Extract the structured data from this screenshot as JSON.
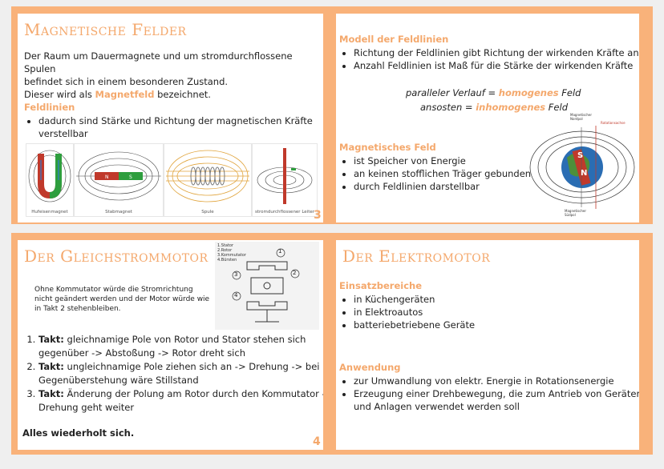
{
  "slide3": {
    "title": "Magnetische Felder",
    "intro_l1": "Der Raum um Dauermagnete und um stromdurchflossene Spulen",
    "intro_l2": "befindet sich in einem besonderen Zustand.",
    "intro_l3_pre": "Dieser wird als ",
    "intro_l3_hl": "Magnetfeld",
    "intro_l3_post": " bezeichnet.",
    "feldlinien_heading": "Feldlinien",
    "feldlinien_item": "dadurch sind Stärke und Richtung der magnetischen Kräfte verstellbar",
    "captions": [
      "Hufeisenmagnet",
      "Stabmagnet",
      "Spule",
      "stromdurchflossener Leiter"
    ],
    "page_number": "3",
    "modell_heading": "Modell der Feldlinien",
    "modell_items": [
      "Richtung der Feldlinien gibt Richtung der wirkenden Kräfte an",
      "Anzahl Feldlinien ist Maß für die Stärke der wirkenden Kräfte"
    ],
    "parallel_pre": "paralleler Verlauf = ",
    "parallel_hl": "homogenes",
    "parallel_post": " Feld",
    "ansosten_pre": "ansosten = ",
    "ansosten_hl": "inhomogenes",
    "ansosten_post": " Feld",
    "magfeld_heading": "Magnetisches Feld",
    "magfeld_items": [
      "ist Speicher von Energie",
      "an keinen stofflichen Träger gebunden",
      "durch Feldlinien darstellbar"
    ],
    "earth_labels": {
      "north_geo": "Magnetischer Nordpol",
      "axis": "Rotationsachse",
      "south_geo": "Magnetischer Südpol",
      "s": "S",
      "n": "N"
    }
  },
  "slide4": {
    "title": "Der Gleichstrommotor",
    "motor_legend": [
      "1.Stator",
      "2.Rotor",
      "3.Kommutator",
      "4.Bürsten"
    ],
    "motor_numbers": [
      "1",
      "2",
      "3",
      "4"
    ],
    "note": "Ohne Kommutator würde die Stromrichtung nicht geändert werden und der Motor würde wie in Takt 2 stehenbleiben.",
    "steps": [
      {
        "bold": "Takt:",
        "text": " gleichnamige Pole von Rotor und Stator stehen sich gegenüber -> Abstoßung -> Rotor dreht sich"
      },
      {
        "bold": " Takt:",
        "text": " ungleichnamige Pole ziehen sich an -> Drehung -> bei Gegenüberstehung wäre Stillstand"
      },
      {
        "bold": "Takt:",
        "text": " Änderung der Polung am Rotor durch den Kommutator -> Drehung geht weiter"
      }
    ],
    "closing": "Alles wiederholt sich.",
    "page_number": "4",
    "elektro_title": "Der Elektromotor",
    "einsatz_heading": "Einsatzbereiche",
    "einsatz_items": [
      "in Küchengeräten",
      "in Elektroautos",
      "batteriebetriebene Geräte"
    ],
    "anwendung_heading": "Anwendung",
    "anwendung_items": [
      "zur Umwandlung von elektr. Energie in Rotationsenergie",
      "Erzeugung einer Drehbewegung, die zum Antrieb von Geräten und Anlagen verwendet werden soll"
    ]
  },
  "colors": {
    "accent": "#f4a86c",
    "band": "#f9b27a",
    "background": "#efefef"
  }
}
